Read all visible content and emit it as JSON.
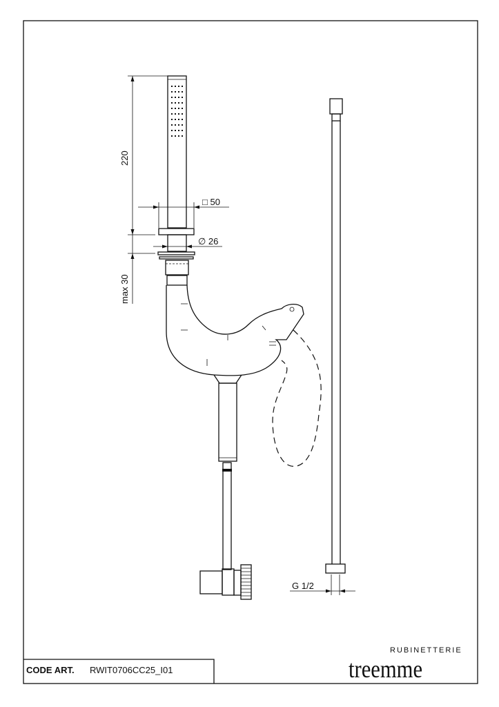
{
  "dimensions": {
    "height_handshower": "220",
    "square_size": "□ 50",
    "diameter": "∅ 26",
    "max_thickness": "max 30",
    "thread": "G 1/2"
  },
  "title_block": {
    "code_label": "CODE ART.",
    "code_value": "RWIT0706CC25_I01"
  },
  "brand": {
    "name": "treemme",
    "subtitle": "RUBINETTERIE"
  }
}
